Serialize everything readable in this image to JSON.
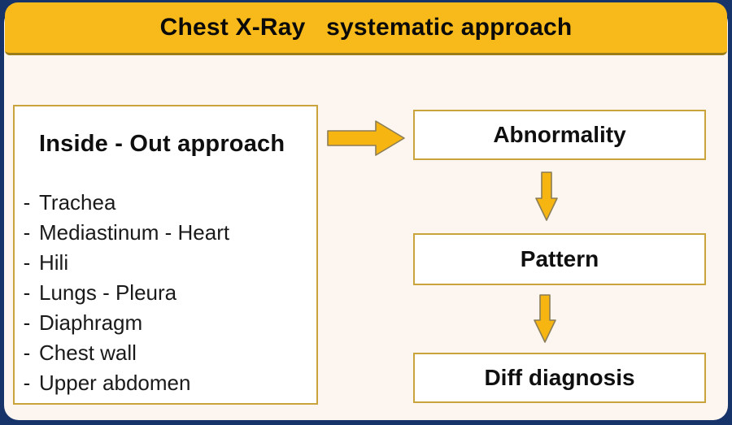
{
  "header": {
    "title": "Chest X-Ray   systematic approach"
  },
  "left_panel": {
    "title": "Inside - Out approach",
    "bullet": "-",
    "items": [
      "Trachea",
      "Mediastinum - Heart",
      "Hili",
      "Lungs - Pleura",
      "Diaphragm",
      "Chest wall",
      "Upper abdomen"
    ]
  },
  "flow": {
    "steps": [
      {
        "label": "Abnormality"
      },
      {
        "label": "Pattern"
      },
      {
        "label": "Diff diagnosis"
      }
    ]
  },
  "icons": {
    "right_arrow": "right-arrow",
    "down_arrow": "down-arrow"
  },
  "colors": {
    "header_bg": "#F8BA1B",
    "canvas_border": "#17346A",
    "body_bg": "#FDF5F0",
    "box_border": "#C9A43C",
    "arrow_fill": "#F7B512",
    "arrow_stroke": "#8B7D55",
    "text": "#111111"
  }
}
